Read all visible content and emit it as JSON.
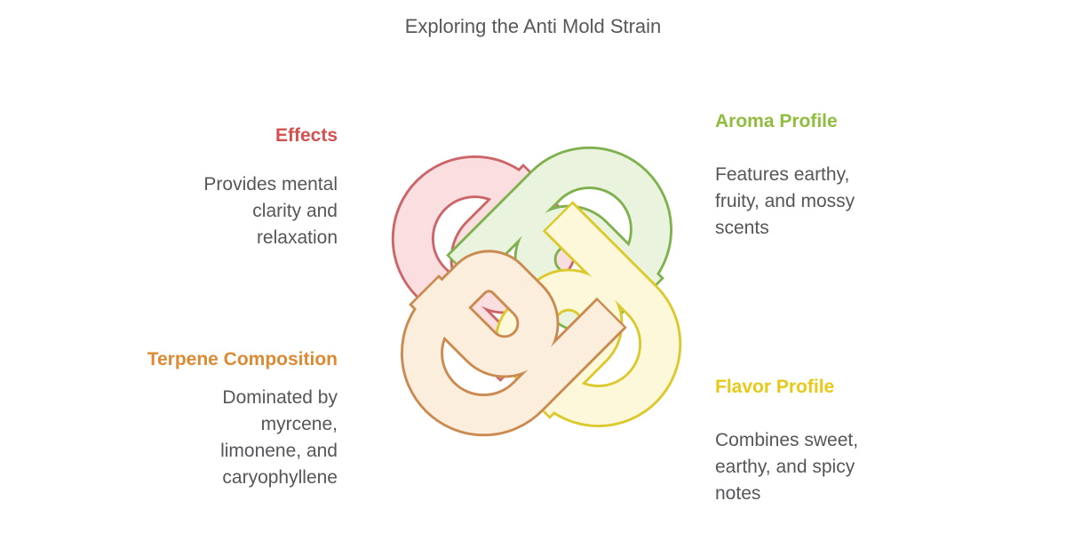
{
  "title": "Exploring the Anti Mold Strain",
  "colors": {
    "title_text": "#57575a",
    "body_text": "#55565a"
  },
  "knot": {
    "pieces": [
      {
        "id": "effects-ribbon",
        "outline": "#cc6568",
        "fill": "#fbdee0"
      },
      {
        "id": "aroma-ribbon",
        "outline": "#7fb24e",
        "fill": "#eaf3de"
      },
      {
        "id": "flavor-ribbon",
        "outline": "#dbc92e",
        "fill": "#fdf8d9"
      },
      {
        "id": "terpene-ribbon",
        "outline": "#ca8a50",
        "fill": "#fbeedd"
      }
    ]
  },
  "sections": [
    {
      "heading": "Effects",
      "color": "#d5514e",
      "lines": [
        "Provides mental",
        "clarity and",
        "relaxation"
      ]
    },
    {
      "heading": "Aroma Profile",
      "color": "#90bd3e",
      "lines": [
        "Features earthy,",
        "fruity, and mossy",
        "scents"
      ]
    },
    {
      "heading": "Terpene Composition",
      "color": "#dd8a34",
      "lines": [
        "Dominated by",
        "myrcene,",
        "limonene, and",
        "caryophyllene"
      ]
    },
    {
      "heading": "Flavor Profile",
      "color": "#e7c918",
      "lines": [
        "Combines sweet,",
        "earthy, and spicy",
        "notes"
      ]
    }
  ]
}
